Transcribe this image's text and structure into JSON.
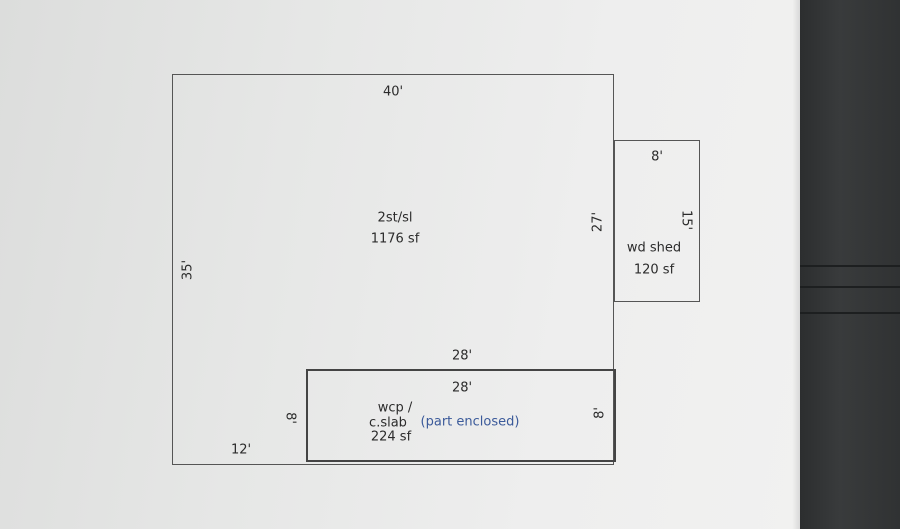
{
  "house": {
    "top_dim": "40'",
    "left_dim": "35'",
    "right_dim": "27'",
    "bottom_dim": "28'",
    "notch_dim": "12'",
    "label": "2st/sl",
    "area": "1176 sf"
  },
  "shed": {
    "top_dim": "8'",
    "side_dim": "15'",
    "label": "wd shed",
    "area": "120 sf"
  },
  "porch": {
    "top_dim": "28'",
    "left_dim": "8'",
    "right_dim": "8'",
    "label_line1": "wcp /",
    "label_line2": "c.slab",
    "note": "(part enclosed)",
    "area": "224 sf"
  },
  "colors": {
    "outline": "#555555",
    "note_text": "#3b5a9a",
    "screen_border": "#333536"
  }
}
